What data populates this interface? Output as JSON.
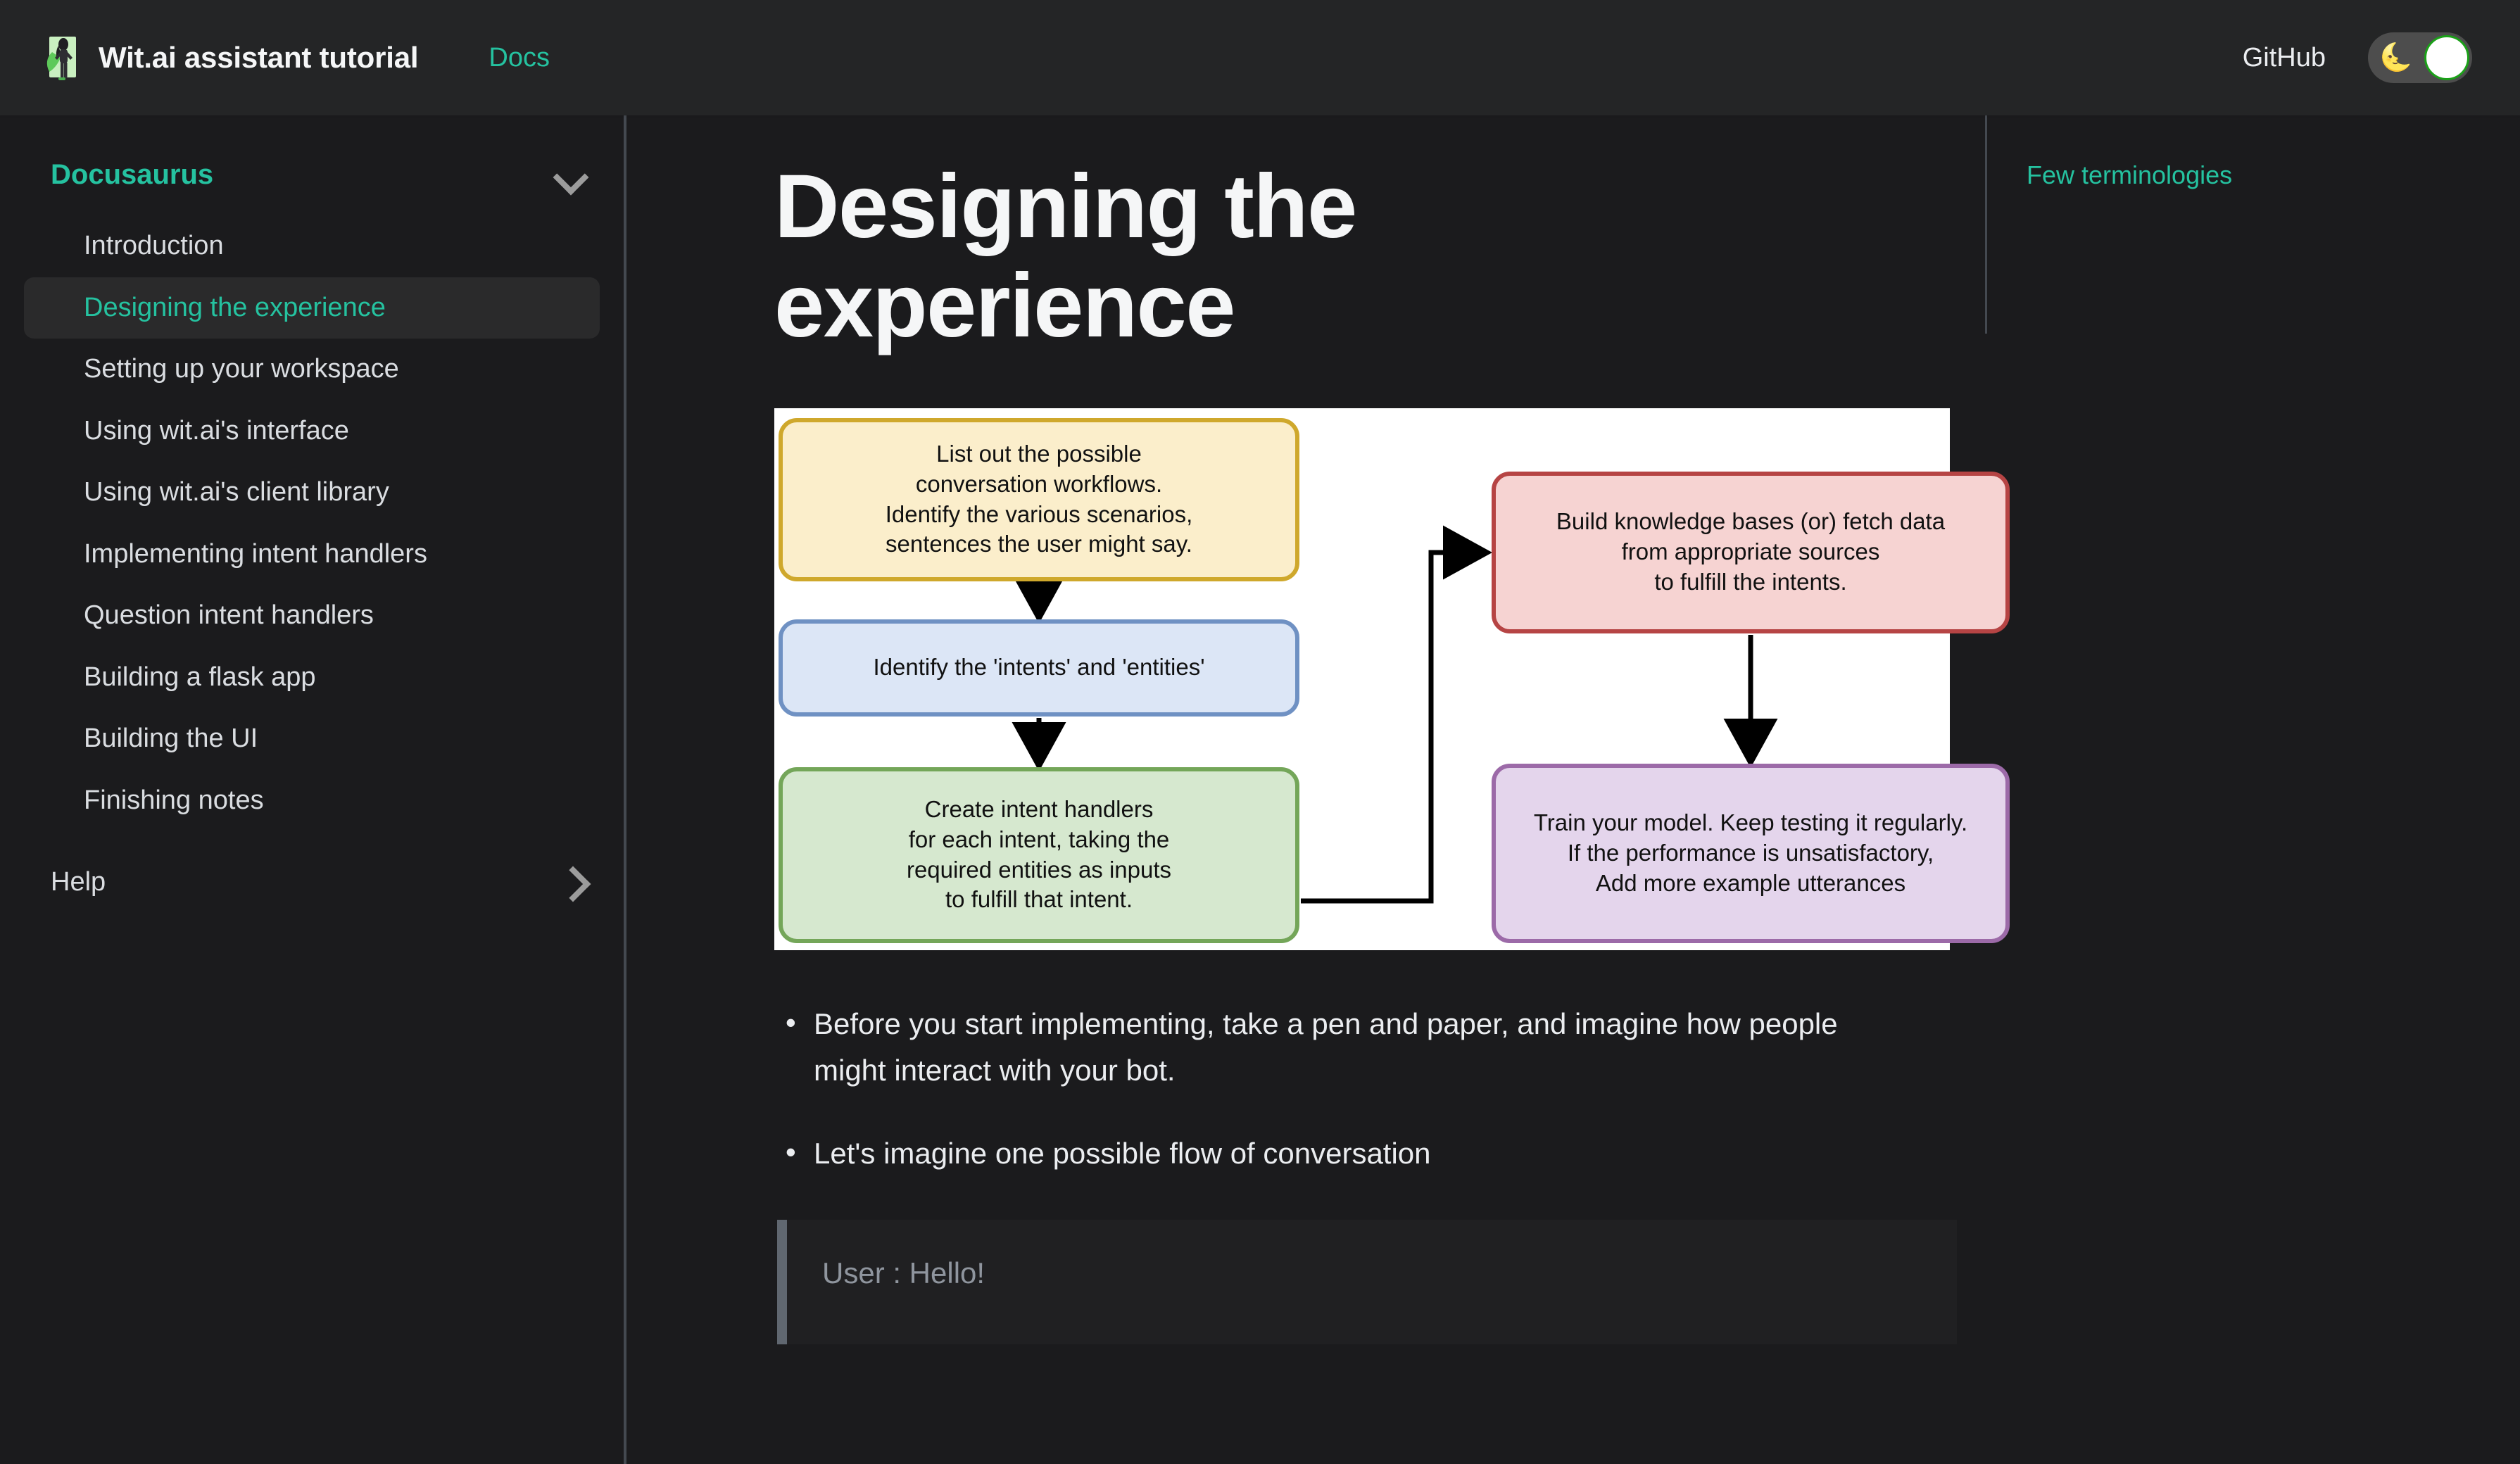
{
  "navbar": {
    "logo_icon": "witai-superhero-logo",
    "brand_title": "Wit.ai assistant tutorial",
    "docs_label": "Docs",
    "github_label": "GitHub",
    "theme_toggle": {
      "icon": "crescent-moon-icon",
      "glyph": "🌜",
      "state": "dark"
    }
  },
  "sidebar": {
    "category": {
      "label": "Docusaurus",
      "icon": "chevron-down-icon",
      "expanded": true
    },
    "items": [
      {
        "label": "Introduction",
        "active": false
      },
      {
        "label": "Designing the experience",
        "active": true
      },
      {
        "label": "Setting up your workspace",
        "active": false
      },
      {
        "label": "Using wit.ai's interface",
        "active": false
      },
      {
        "label": "Using wit.ai's client library",
        "active": false
      },
      {
        "label": "Implementing intent handlers",
        "active": false
      },
      {
        "label": "Question intent handlers",
        "active": false
      },
      {
        "label": "Building a flask app",
        "active": false
      },
      {
        "label": "Building the UI",
        "active": false
      },
      {
        "label": "Finishing notes",
        "active": false
      }
    ],
    "help_category": {
      "label": "Help",
      "icon": "chevron-right-icon",
      "expanded": false
    }
  },
  "main": {
    "title": "Designing the experience",
    "bullets": [
      "Before you start implementing, take a pen and paper, and imagine how people might interact with your bot.",
      "Let's imagine one possible flow of conversation"
    ],
    "blockquote": "User : Hello!"
  },
  "toc": {
    "items": [
      {
        "label": "Few terminologies"
      }
    ]
  },
  "chart_data": {
    "type": "diagram",
    "title": "Bot design workflow flowchart",
    "background": "#ffffff",
    "nodes": [
      {
        "id": "list-workflows",
        "text": "List out the possible\nconversation workflows.\nIdentify the various scenarios,\nsentences the user might say.",
        "lines": [
          "List out the possible",
          "conversation workflows.",
          "Identify the various scenarios,",
          "sentences the user might say."
        ],
        "fill": "#fbeecb",
        "stroke": "#cfa82c",
        "column": "left",
        "order": 1
      },
      {
        "id": "identify-intents",
        "text": "Identify the 'intents' and 'entities'",
        "lines": [
          "Identify the 'intents' and 'entities'"
        ],
        "fill": "#dce6f6",
        "stroke": "#6f91c3",
        "column": "left",
        "order": 2
      },
      {
        "id": "create-handlers",
        "text": "Create intent handlers\nfor each intent, taking the\nrequired entities as inputs\nto fulfill that intent.",
        "lines": [
          "Create intent handlers",
          "for each intent, taking the",
          "required entities as inputs",
          "to fulfill that intent."
        ],
        "fill": "#d6e8cf",
        "stroke": "#74a659",
        "column": "left",
        "order": 3
      },
      {
        "id": "build-knowledge",
        "text": "Build knowledge bases (or) fetch data\nfrom appropriate sources\nto fulfill the intents.",
        "lines": [
          "Build knowledge bases (or) fetch data",
          "from appropriate sources",
          "to fulfill the intents."
        ],
        "fill": "#f6d3d2",
        "stroke": "#b64444",
        "column": "right",
        "order": 4
      },
      {
        "id": "train-model",
        "text": "Train your model. Keep testing it regularly.\nIf the performance is unsatisfactory,\nAdd more example utterances",
        "lines": [
          "Train your model. Keep testing it regularly.",
          "If the performance is unsatisfactory,",
          "Add more example utterances"
        ],
        "fill": "#e4d5ec",
        "stroke": "#9c6aa8",
        "column": "right",
        "order": 5
      }
    ],
    "edges": [
      {
        "from": "list-workflows",
        "to": "identify-intents",
        "style": "straight-down"
      },
      {
        "from": "identify-intents",
        "to": "create-handlers",
        "style": "straight-down"
      },
      {
        "from": "create-handlers",
        "to": "build-knowledge",
        "style": "elbow-right-up"
      },
      {
        "from": "build-knowledge",
        "to": "train-model",
        "style": "straight-down"
      }
    ]
  },
  "colors": {
    "accent": "#25c2a0",
    "navbar_bg": "#242526",
    "page_bg": "#1b1b1d",
    "text": "#ebedf0",
    "muted": "#8f959e",
    "divider": "#444950"
  }
}
